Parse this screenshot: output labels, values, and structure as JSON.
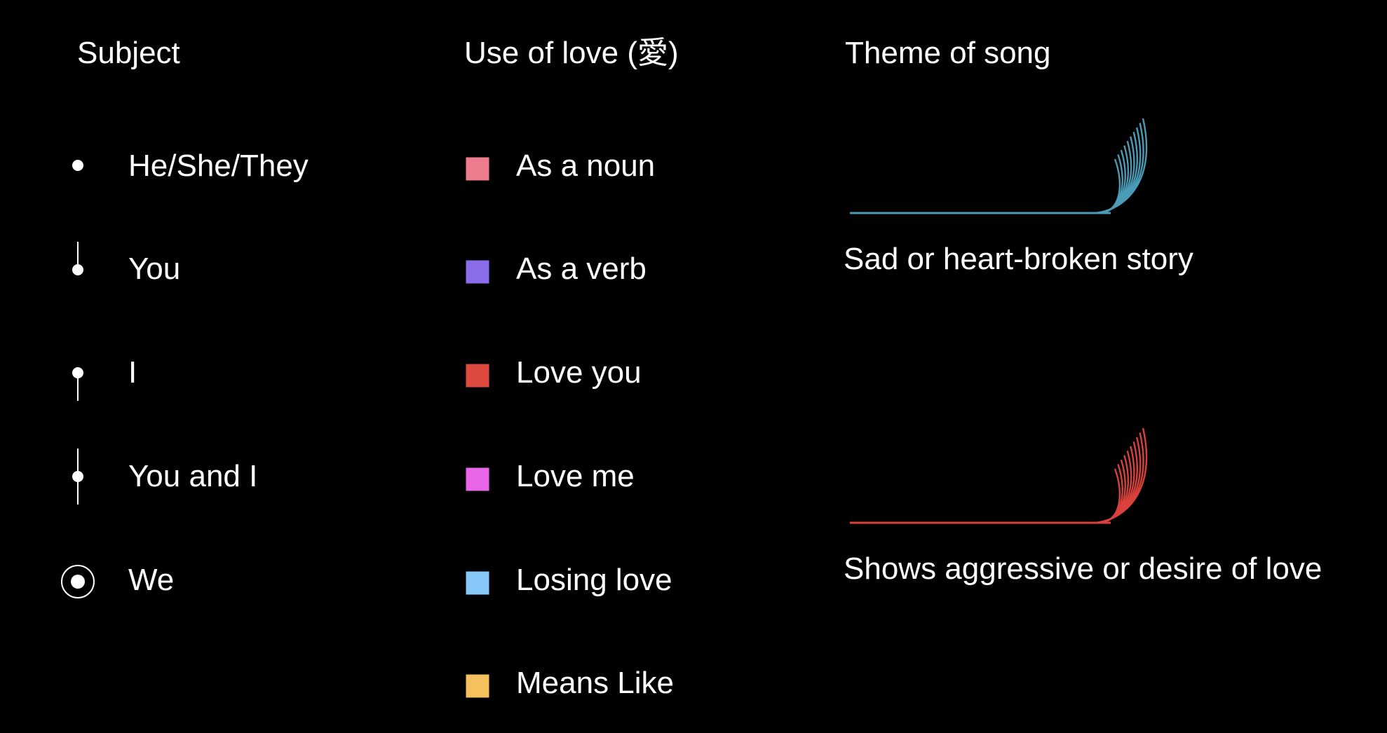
{
  "subject": {
    "title": "Subject",
    "items": [
      {
        "label": "He/She/They",
        "icon": "dot-icon"
      },
      {
        "label": "You",
        "icon": "dot-with-stem-above-icon"
      },
      {
        "label": "I",
        "icon": "dot-with-stem-below-icon"
      },
      {
        "label": "You and I",
        "icon": "dot-with-stem-both-icon"
      },
      {
        "label": "We",
        "icon": "ringed-dot-icon"
      }
    ]
  },
  "use_of_love": {
    "title": "Use of love (愛)",
    "items": [
      {
        "label": "As a noun",
        "color": "#ee7b8d"
      },
      {
        "label": "As a verb",
        "color": "#8b6cea"
      },
      {
        "label": "Love you",
        "color": "#df4a40"
      },
      {
        "label": "Love me",
        "color": "#ea66e8"
      },
      {
        "label": "Losing love",
        "color": "#86c7f7"
      },
      {
        "label": "Means Like",
        "color": "#f6c05c"
      }
    ]
  },
  "theme": {
    "title": "Theme of song",
    "items": [
      {
        "label": "Sad or heart-broken story",
        "color": "#4a9bb5",
        "icon": "fan-curve-icon"
      },
      {
        "label": "Shows aggressive or desire of love",
        "color": "#d8413c",
        "icon": "fan-curve-icon"
      }
    ]
  }
}
